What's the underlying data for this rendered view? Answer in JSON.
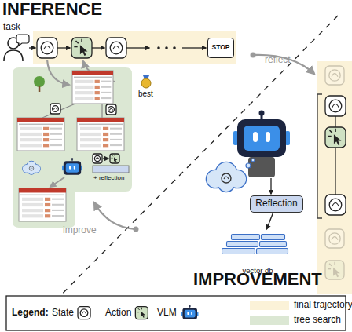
{
  "diagram": {
    "nodes": [
      {
        "text": [
          "STOP"
        ]
      },
      {
        "text": [
          "Reflection"
        ]
      },
      {
        "text": [
          "vector db"
        ]
      }
    ],
    "edges": [
      {
        "from": 1,
        "to": 2,
        "arrow": "to"
      }
    ],
    "labels": [
      "INFERENCE",
      "IMPROVEMENT",
      "task",
      "reflect",
      "best",
      "+ reflection",
      "improve",
      "Legend:"
    ],
    "legend": [
      {
        "text": "State"
      },
      {
        "text": "Action"
      },
      {
        "text": "VLM"
      },
      {
        "text": "final trajectory",
        "color": "#fbf2d8"
      },
      {
        "text": "tree search",
        "color": "#dbe7d3"
      }
    ]
  }
}
